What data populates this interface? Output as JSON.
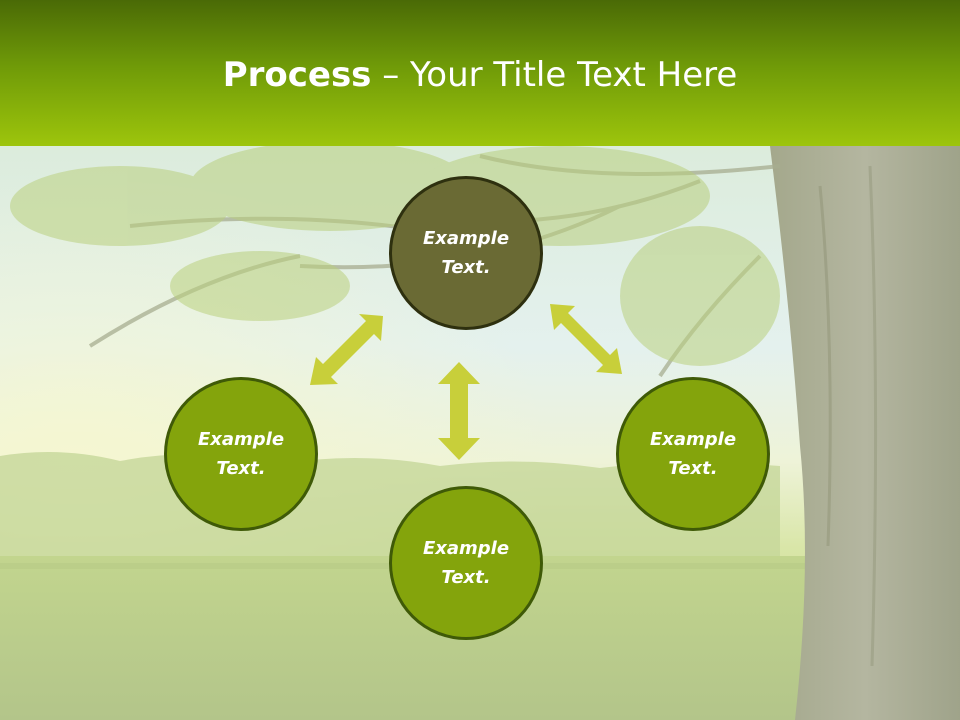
{
  "header": {
    "title_bold": "Process",
    "title_rest": " – Your Title Text Here"
  },
  "diagram": {
    "nodes": [
      {
        "label": "Example Text."
      },
      {
        "label": "Example Text."
      },
      {
        "label": "Example Text."
      },
      {
        "label": "Example Text."
      }
    ],
    "colors": {
      "center_fill": "#6a6a34",
      "node_fill": "#84a40c",
      "arrow": "#c8cf3a",
      "header_top": "#4a6a06",
      "header_bottom": "#9dc50c"
    }
  }
}
